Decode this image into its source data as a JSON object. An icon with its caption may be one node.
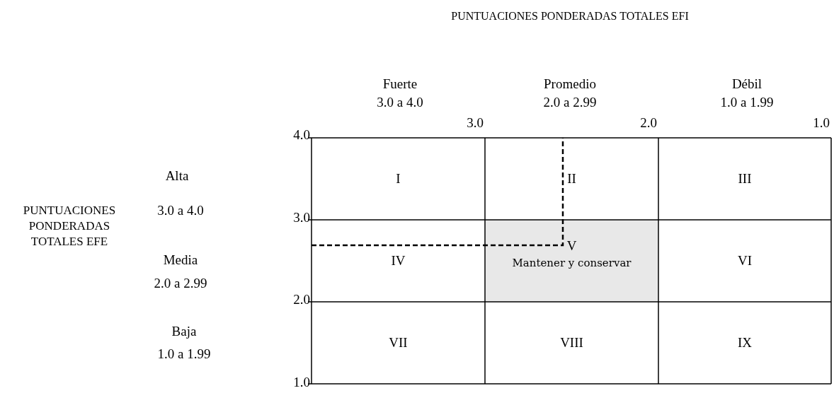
{
  "diagram": {
    "title": "PUNTUACIONES PONDERADAS TOTALES EFI",
    "nodes": [
      {
        "text": [
          "I"
        ]
      },
      {
        "text": [
          "II"
        ]
      },
      {
        "text": [
          "III"
        ]
      },
      {
        "text": [
          "IV"
        ]
      },
      {
        "text": [
          "V",
          "Mantener y conservar"
        ]
      },
      {
        "text": [
          "VI"
        ]
      },
      {
        "text": [
          "VII"
        ]
      },
      {
        "text": [
          "VIII"
        ]
      },
      {
        "text": [
          "IX"
        ]
      }
    ],
    "edges": [],
    "labels": [
      "Fuerte",
      "3.0 a 4.0",
      "Promedio",
      "2.0 a 2.99",
      "Débil",
      "1.0 a 1.99",
      "3.0",
      "2.0",
      "1.0",
      "4.0",
      "Alta",
      "PUNTUACIONES PONDERADAS TOTALES EFE",
      "3.0 a 4.0",
      "3.0",
      "Media",
      "2.0 a 2.99",
      "2.0",
      "Baja",
      "1.0 a 1.99",
      "1.0"
    ]
  }
}
